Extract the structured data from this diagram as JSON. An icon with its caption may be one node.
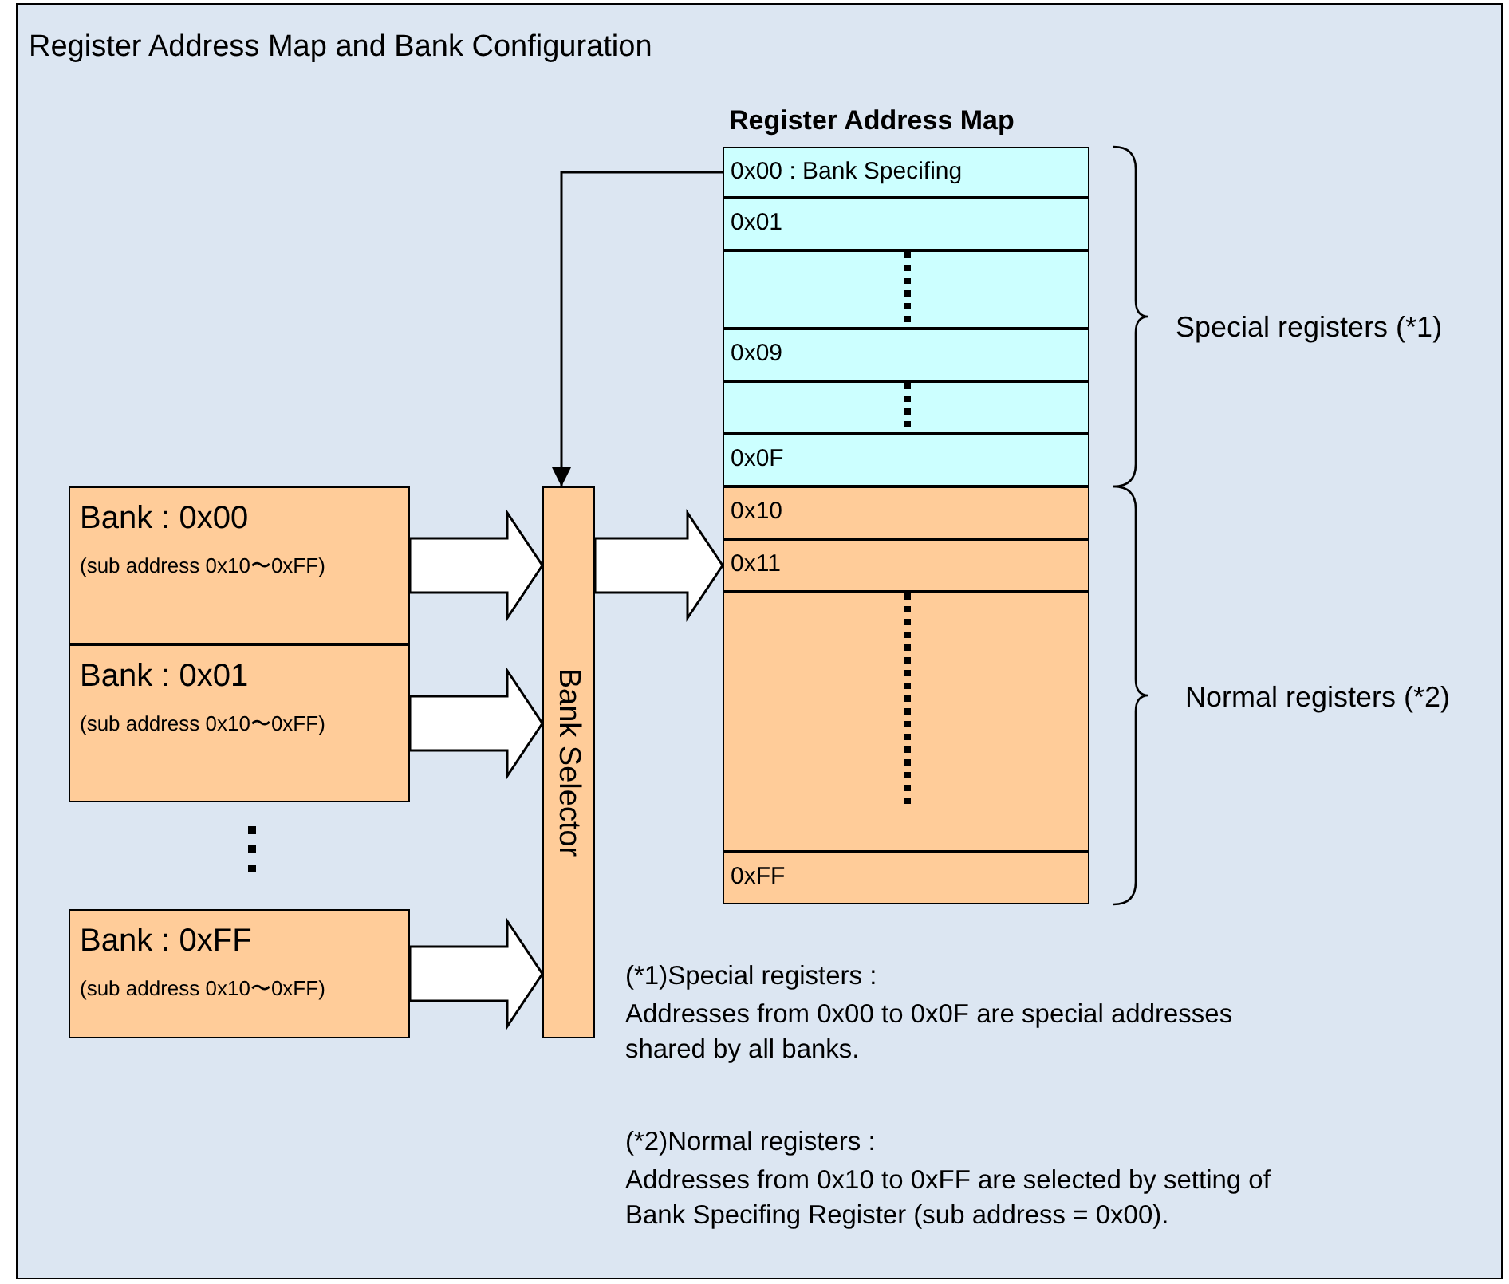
{
  "diagram": {
    "title": "Register Address Map and Bank Configuration",
    "nodes": [
      {
        "text": [
          "Bank : 0x00",
          "(sub address 0x10〜0xFF)"
        ]
      },
      {
        "text": [
          "Bank : 0x01",
          "(sub address 0x10〜0xFF)"
        ]
      },
      {
        "text": [
          "Bank : 0xFF",
          "(sub address 0x10〜0xFF)"
        ]
      },
      {
        "text": [
          "Bank Selector"
        ]
      },
      {
        "text": [
          "Register Address Map"
        ]
      },
      {
        "text": [
          "0x00 : Bank Specifing"
        ],
        "in": 4
      },
      {
        "text": [
          "0x01"
        ],
        "in": 4
      },
      {
        "text": [],
        "shape": "box",
        "in": 4
      },
      {
        "text": [
          "0x09"
        ],
        "in": 4
      },
      {
        "text": [],
        "shape": "box",
        "in": 4
      },
      {
        "text": [
          "0x0F"
        ],
        "in": 4
      },
      {
        "text": [
          "0x10"
        ],
        "in": 4
      },
      {
        "text": [
          "0x11"
        ],
        "in": 4
      },
      {
        "text": [],
        "shape": "box",
        "in": 4
      },
      {
        "text": [
          "0xFF"
        ],
        "in": 4
      }
    ],
    "edges": [
      {
        "from": 0,
        "to": 3,
        "arrow": "to",
        "style": "thick"
      },
      {
        "from": 1,
        "to": 3,
        "arrow": "to",
        "style": "thick"
      },
      {
        "from": 2,
        "to": 3,
        "arrow": "to",
        "style": "thick"
      },
      {
        "from": 3,
        "to": 12,
        "arrow": "to",
        "style": "thick"
      },
      {
        "from": 5,
        "to": 3,
        "arrow": "to"
      }
    ],
    "labels": [
      "Special registers (*1)",
      "Normal registers (*2)",
      "(*1)Special registers :",
      "Addresses from 0x00 to 0x0F are special addresses shared by all banks.",
      "(*2)Normal registers :",
      "Addresses from 0x10 to 0xFF are selected by setting of Bank Specifing Register (sub address = 0x00)."
    ]
  }
}
